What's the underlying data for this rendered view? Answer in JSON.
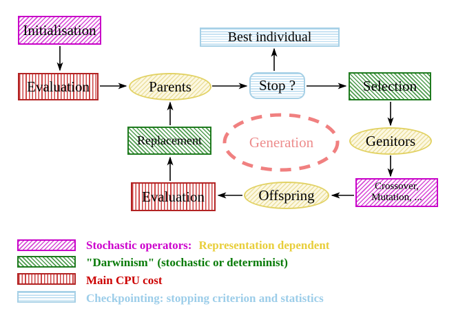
{
  "diagram": {
    "nodes": {
      "initialisation": "Initialisation",
      "evaluation_top": "Evaluation",
      "parents": "Parents",
      "best_individual": "Best individual",
      "stop": "Stop ?",
      "selection": "Selection",
      "crossover_line1": "Crossover,",
      "crossover_line2": "Mutation, ...",
      "genitors": "Genitors",
      "offspring": "Offspring",
      "evaluation_bottom": "Evaluation",
      "replacement": "Replacement",
      "generation": "Generation"
    },
    "colors": {
      "stochastic_magenta": "#CC00CC",
      "darwinism_green": "#1E7A1E",
      "cpu_red": "#B22222",
      "checkpoint_blue": "#A6D0E6",
      "population_yellow": "#E2D264",
      "generation_coral": "#F08080",
      "arrow_black": "#000000",
      "background": "#FFFFFF"
    }
  },
  "legend": {
    "items": [
      {
        "swatch": "magenta-diagonal-hatch-swatch",
        "label": "Stochastic operators:",
        "label2": "Representation dependent",
        "label_color": "#CC00CC",
        "label2_color": "#E8CE3A"
      },
      {
        "swatch": "green-diagonal-hatch-swatch",
        "label": "\"Darwinism\" (stochastic or determinist)",
        "label_color": "#077A07"
      },
      {
        "swatch": "red-vertical-stripe-swatch",
        "label": "Main CPU cost",
        "label_color": "#CC0000"
      },
      {
        "swatch": "cyan-horizontal-stripe-swatch",
        "label": "Checkpointing: stopping criterion and statistics",
        "label_color": "#9CCDE9"
      }
    ]
  }
}
